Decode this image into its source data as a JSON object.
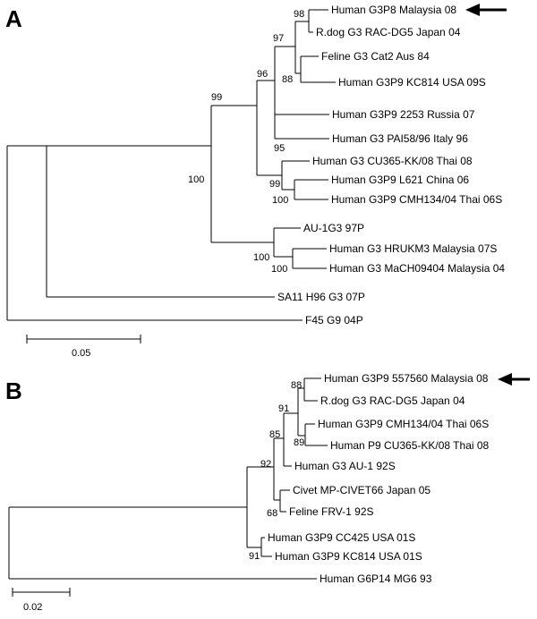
{
  "panels": [
    {
      "label": "A",
      "scale_label": "0.05",
      "taxa": [
        "Human G3P8 Malaysia 08",
        "R.dog G3 RAC-DG5 Japan 04",
        "Feline G3 Cat2 Aus 84",
        "Human G3P9 KC814 USA 09S",
        "Human G3P9 2253 Russia 07",
        "Human G3 PAI58/96 Italy 96",
        "Human G3 CU365-KK/08 Thai 08",
        "Human G3P9 L621 China 06",
        "Human G3P9 CMH134/04 Thai 06S",
        "AU-1G3 97P",
        "Human G3 HRUKM3 Malaysia 07S",
        "Human G3 MaCH09404 Malaysia 04",
        "SA11 H96 G3 07P",
        "F45 G9 04P"
      ],
      "bootstraps": [
        "98",
        "97",
        "88",
        "96",
        "95",
        "99",
        "99",
        "100",
        "100",
        "100",
        "100"
      ]
    },
    {
      "label": "B",
      "scale_label": "0.02",
      "taxa": [
        "Human G3P9 557560 Malaysia 08",
        "R.dog G3 RAC-DG5 Japan 04",
        "Human G3P9 CMH134/04 Thai 06S",
        "Human P9 CU365-KK/08 Thai 08",
        "Human G3 AU-1 92S",
        "Civet MP-CIVET66 Japan 05",
        "Feline FRV-1 92S",
        "Human G3P9 CC425 USA 01S",
        "Human G3P9 KC814 USA 01S",
        "Human G6P14 MG6 93"
      ],
      "bootstraps": [
        "88",
        "91",
        "89",
        "85",
        "92",
        "68",
        "91"
      ]
    }
  ]
}
